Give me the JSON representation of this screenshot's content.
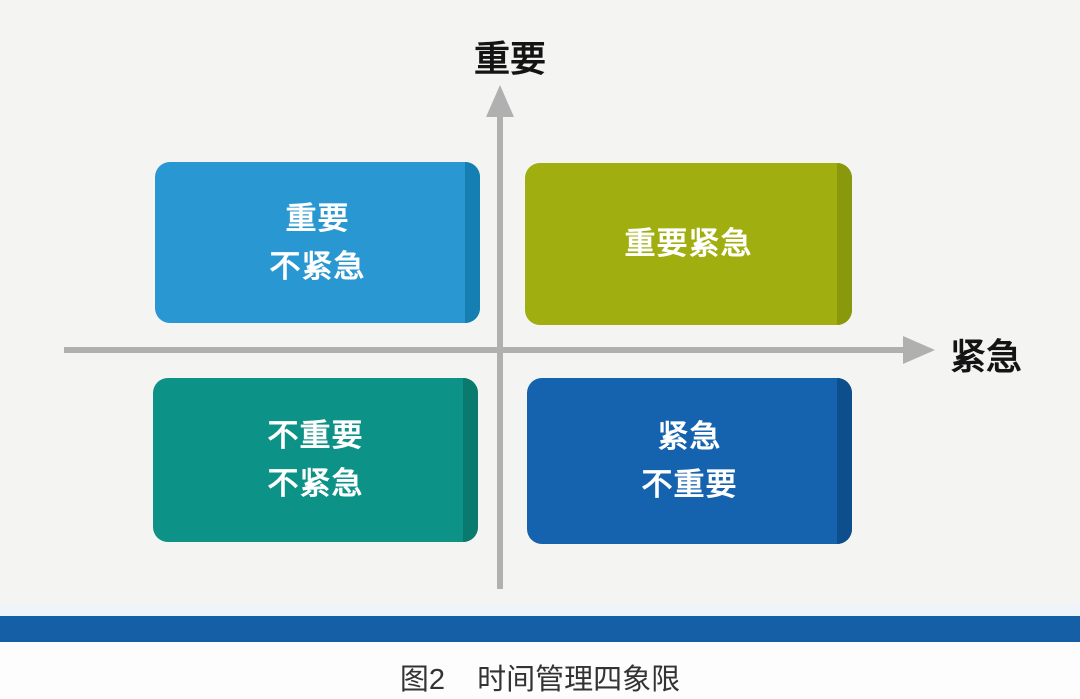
{
  "diagram": {
    "background_color": "#f4f5f2",
    "axis_color": "#b0b0b0",
    "y_axis_label": "重要",
    "x_axis_label": "紧急",
    "quadrants": [
      {
        "id": "important-not-urgent",
        "position": "top-left",
        "lines": [
          "重要",
          "不紧急"
        ],
        "color": "#2997d1",
        "edge_color": "#147fb0"
      },
      {
        "id": "important-urgent",
        "position": "top-right",
        "lines": [
          "重要紧急"
        ],
        "color": "#a0ae10",
        "edge_color": "#8a980e"
      },
      {
        "id": "not-important-not-urgent",
        "position": "bottom-left",
        "lines": [
          "不重要",
          "不紧急"
        ],
        "color": "#0c9287",
        "edge_color": "#0a7a6f"
      },
      {
        "id": "urgent-not-important",
        "position": "bottom-right",
        "lines": [
          "紧急",
          "不重要"
        ],
        "color": "#1562af",
        "edge_color": "#0f4e8d"
      }
    ]
  },
  "footer": {
    "bar_color": "#155fa6",
    "figure_label": "图2",
    "caption": "时间管理四象限"
  }
}
